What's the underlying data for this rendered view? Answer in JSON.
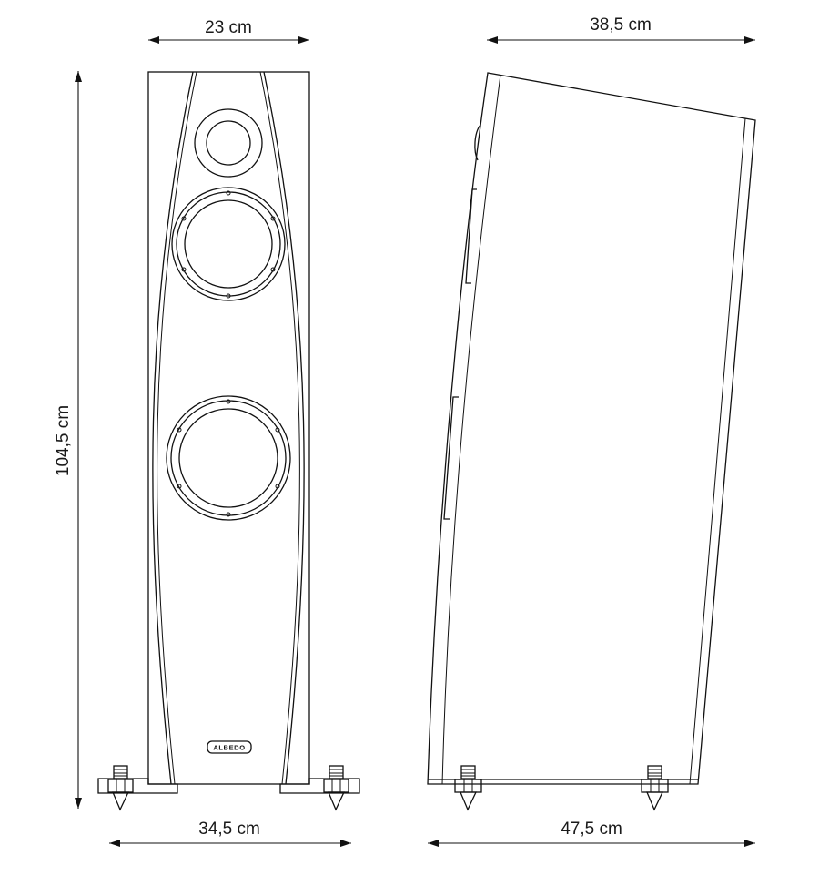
{
  "dimensions": {
    "front_top_width": "23 cm",
    "side_top_depth": "38,5 cm",
    "height": "104,5 cm",
    "front_base_width": "34,5 cm",
    "side_base_depth": "47,5 cm"
  },
  "brand": {
    "logo": "ALBEDO"
  },
  "colors": {
    "line": "#111111",
    "background": "#ffffff"
  }
}
